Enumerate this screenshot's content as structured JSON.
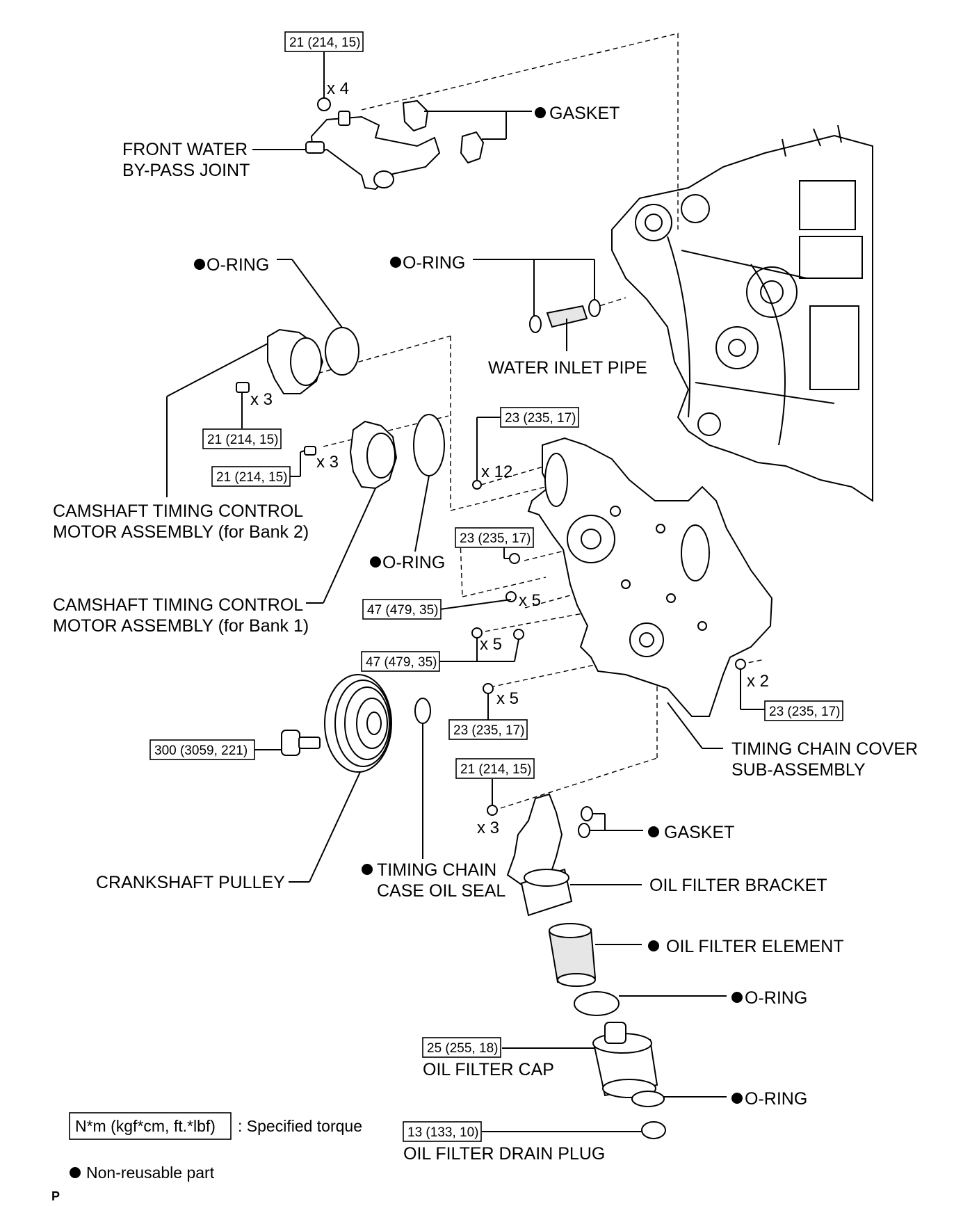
{
  "labels": {
    "front_water_bypass_joint_1": "FRONT WATER",
    "front_water_bypass_joint_2": "BY-PASS JOINT",
    "gasket_top": "GASKET",
    "o_ring_left": "O-RING",
    "o_ring_right": "O-RING",
    "water_inlet_pipe": "WATER INLET PIPE",
    "cam_motor_bank2_1": "CAMSHAFT TIMING CONTROL",
    "cam_motor_bank2_2": "MOTOR ASSEMBLY (for Bank 2)",
    "o_ring_mid": "O-RING",
    "cam_motor_bank1_1": "CAMSHAFT TIMING CONTROL",
    "cam_motor_bank1_2": "MOTOR ASSEMBLY (for Bank 1)",
    "timing_chain_cover_1": "TIMING CHAIN COVER",
    "timing_chain_cover_2": "SUB-ASSEMBLY",
    "gasket_bottom": "GASKET",
    "crankshaft_pulley": "CRANKSHAFT PULLEY",
    "oil_seal_1": "TIMING CHAIN",
    "oil_seal_2": "CASE OIL SEAL",
    "oil_filter_bracket": "OIL FILTER BRACKET",
    "oil_filter_element": "OIL FILTER ELEMENT",
    "o_ring_filter": "O-RING",
    "oil_filter_cap": "OIL FILTER CAP",
    "o_ring_cap": "O-RING",
    "oil_filter_drain_plug": "OIL FILTER DRAIN PLUG"
  },
  "torques": {
    "t_bypass": "21 (214, 15)",
    "t_cam2": "21 (214, 15)",
    "t_cam1": "21 (214, 15)",
    "t_cover_x12": "23 (235, 17)",
    "t_cover_single": "23 (235, 17)",
    "t_47_a": "47 (479, 35)",
    "t_47_b": "47 (479, 35)",
    "t_cover_x5": "23 (235, 17)",
    "t_cover_x2": "23 (235, 17)",
    "t_pulley": "300 (3059, 221)",
    "t_bracket": "21 (214, 15)",
    "t_cap": "25 (255, 18)",
    "t_drain": "13 (133, 10)"
  },
  "quantities": {
    "q_bypass": "x 4",
    "q_cam2": "x 3",
    "q_cam1": "x 3",
    "q_cover12": "x 12",
    "q_47a": "x 5",
    "q_47b": "x 5",
    "q_cover5": "x 5",
    "q_cover2": "x 2",
    "q_bracket": "x 3"
  },
  "legend": {
    "torque_box": "N*m (kgf*cm, ft.*lbf)",
    "torque_desc": ": Specified torque",
    "nonreusable_desc": "Non-reusable part"
  },
  "page_code": "P"
}
